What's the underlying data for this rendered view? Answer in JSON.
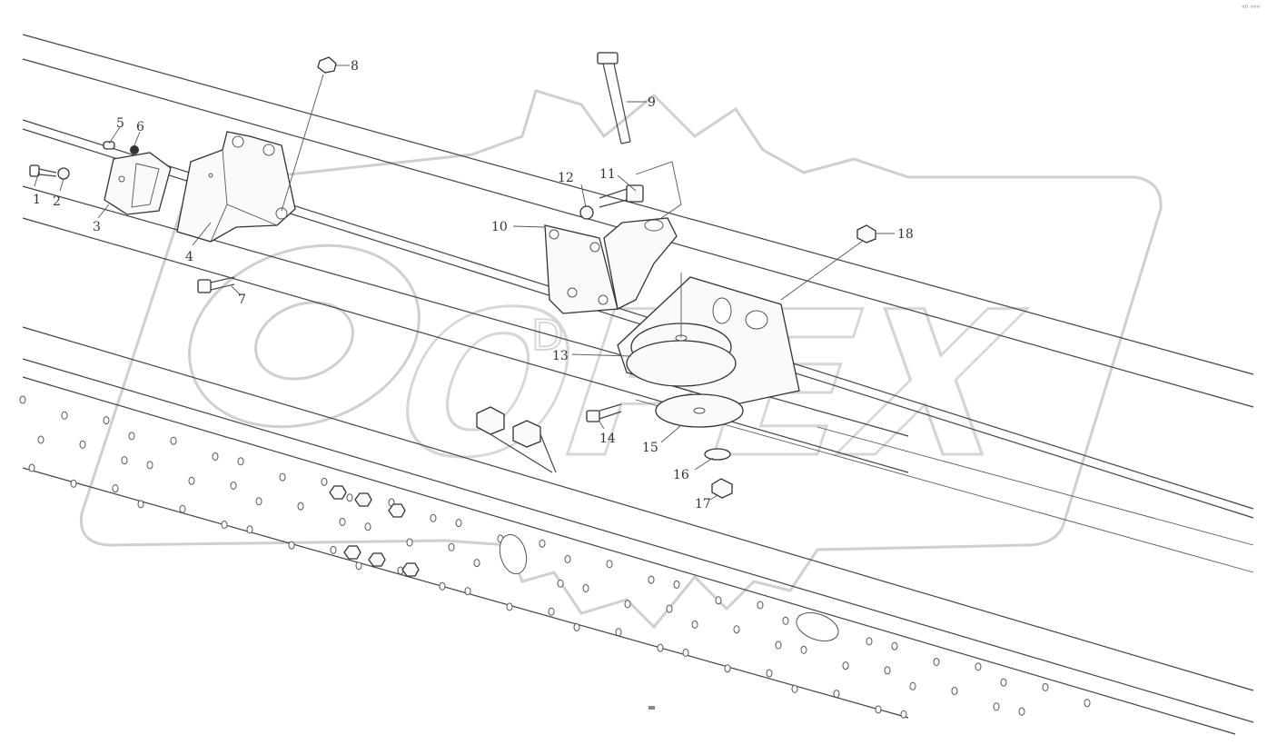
{
  "watermark": {
    "text": "OPEX",
    "sub": "D"
  },
  "corner_mark": "ᵒᴰ ᵒᵒᵒ",
  "callouts": [
    {
      "n": "1"
    },
    {
      "n": "2"
    },
    {
      "n": "3"
    },
    {
      "n": "4"
    },
    {
      "n": "5"
    },
    {
      "n": "6"
    },
    {
      "n": "7"
    },
    {
      "n": "8"
    },
    {
      "n": "9"
    },
    {
      "n": "10"
    },
    {
      "n": "11"
    },
    {
      "n": "12"
    },
    {
      "n": "13"
    },
    {
      "n": "14"
    },
    {
      "n": "15"
    },
    {
      "n": "16"
    },
    {
      "n": "17"
    },
    {
      "n": "18"
    }
  ]
}
